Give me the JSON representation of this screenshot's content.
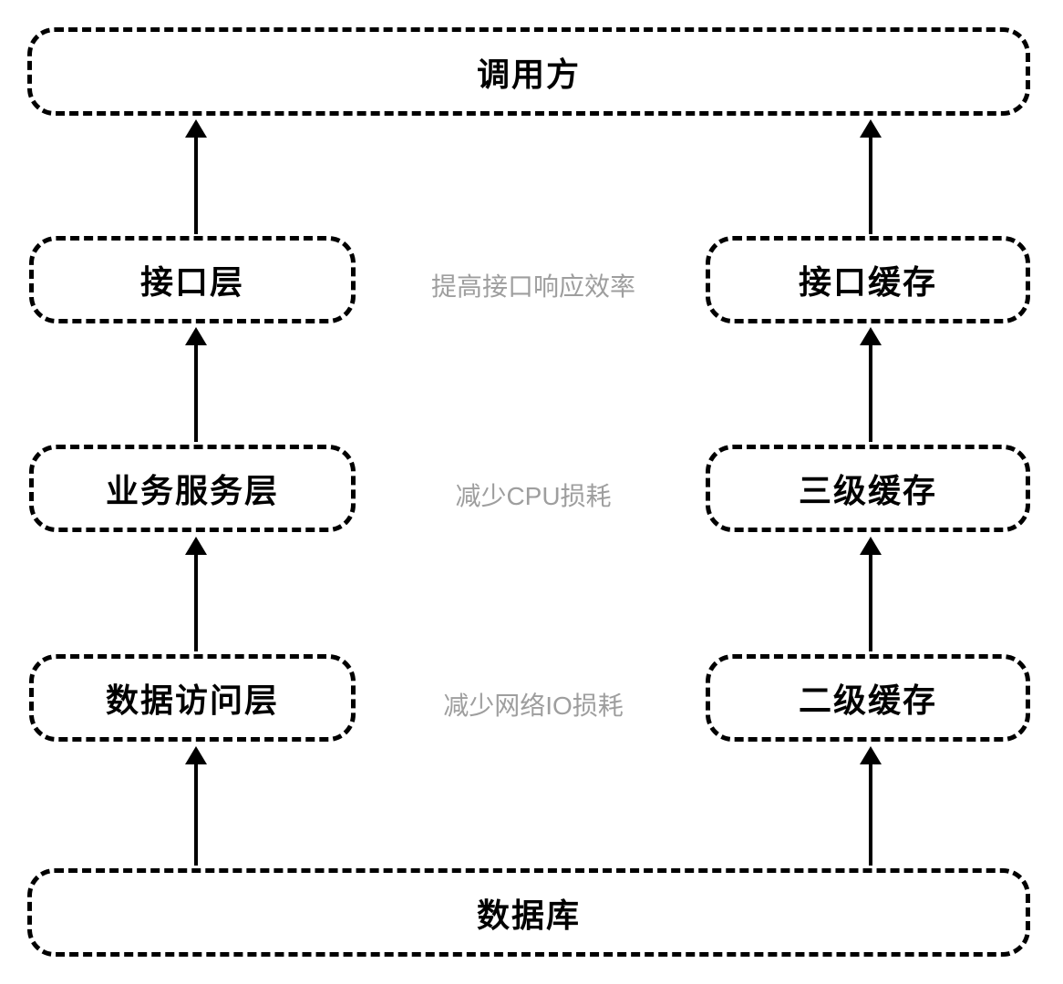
{
  "diagram": {
    "top_box": {
      "label": "调用方"
    },
    "bottom_box": {
      "label": "数据库"
    },
    "left_column": [
      {
        "label": "接口层"
      },
      {
        "label": "业务服务层"
      },
      {
        "label": "数据访问层"
      }
    ],
    "right_column": [
      {
        "label": "接口缓存"
      },
      {
        "label": "三级缓存"
      },
      {
        "label": "二级缓存"
      }
    ],
    "center_labels": [
      {
        "label": "提高接口响应效率"
      },
      {
        "label": "减少CPU损耗"
      },
      {
        "label": "减少网络IO损耗"
      }
    ],
    "colors": {
      "border": "#000000",
      "arrow": "#000000",
      "center_label_gray": "#9e9e9e",
      "background": "#ffffff"
    }
  }
}
